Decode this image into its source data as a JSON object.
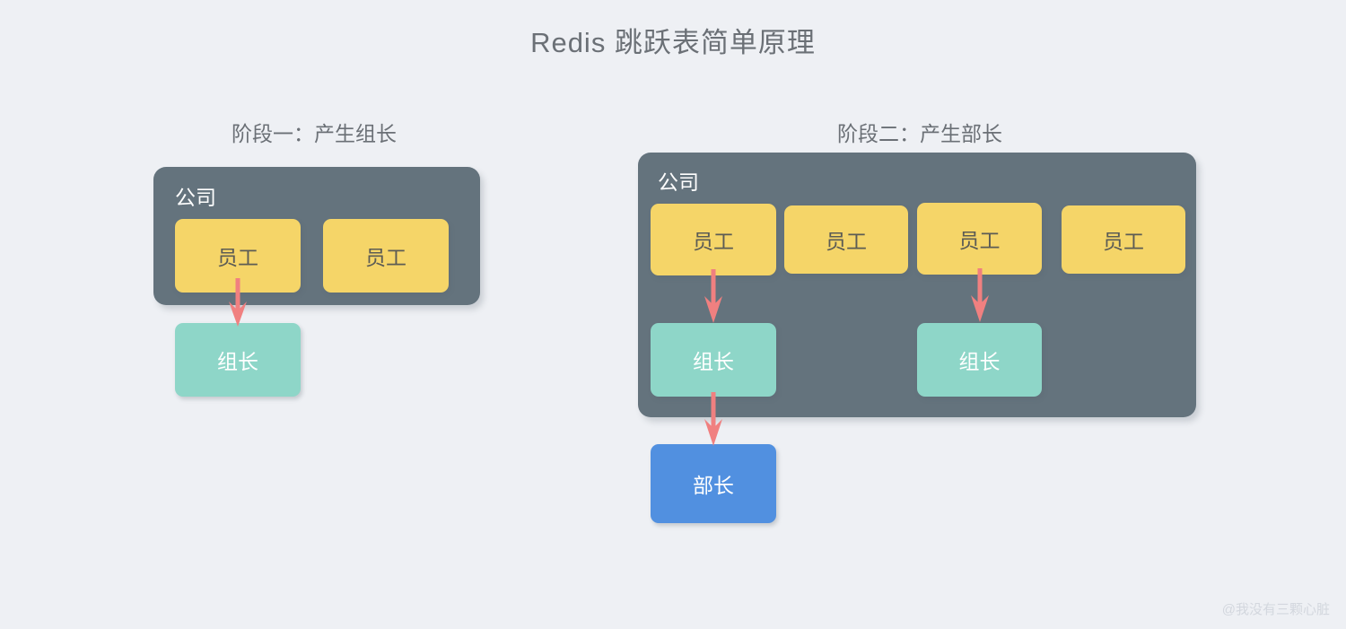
{
  "page": {
    "title": "Redis 跳跃表简单原理",
    "background_color": "#eef0f4",
    "watermark": "@我没有三颗心脏"
  },
  "colors": {
    "title_text": "#6b7076",
    "company_container": "#64737d",
    "staff_box": "#f5d568",
    "staff_text": "#5c5c55",
    "leader_box": "#8ed6c8",
    "manager_box": "#5190e0",
    "node_white_text": "#ffffff",
    "arrow": "#f08080",
    "watermark_text": "#d3d7de"
  },
  "stages": [
    {
      "id": "stage-1",
      "title": "阶段一：产生组长",
      "container_label": "公司",
      "staff": [
        {
          "label": "员工"
        },
        {
          "label": "员工"
        }
      ],
      "leaders": [
        {
          "label": "组长"
        }
      ],
      "managers": []
    },
    {
      "id": "stage-2",
      "title": "阶段二：产生部长",
      "container_label": "公司",
      "staff": [
        {
          "label": "员工"
        },
        {
          "label": "员工"
        },
        {
          "label": "员工"
        },
        {
          "label": "员工"
        }
      ],
      "leaders": [
        {
          "label": "组长"
        },
        {
          "label": "组长"
        }
      ],
      "managers": [
        {
          "label": "部长"
        }
      ]
    }
  ],
  "arrows": [
    {
      "id": "arrow-stage1-staff1-to-leader1",
      "from": "staff-1",
      "to": "leader-1",
      "direction": "down"
    },
    {
      "id": "arrow-stage2-staff1-to-leader1",
      "from": "staff-1",
      "to": "leader-1",
      "direction": "down"
    },
    {
      "id": "arrow-stage2-staff3-to-leader2",
      "from": "staff-3",
      "to": "leader-2",
      "direction": "down"
    },
    {
      "id": "arrow-stage2-leader1-to-manager1",
      "from": "leader-1",
      "to": "manager-1",
      "direction": "down"
    }
  ]
}
